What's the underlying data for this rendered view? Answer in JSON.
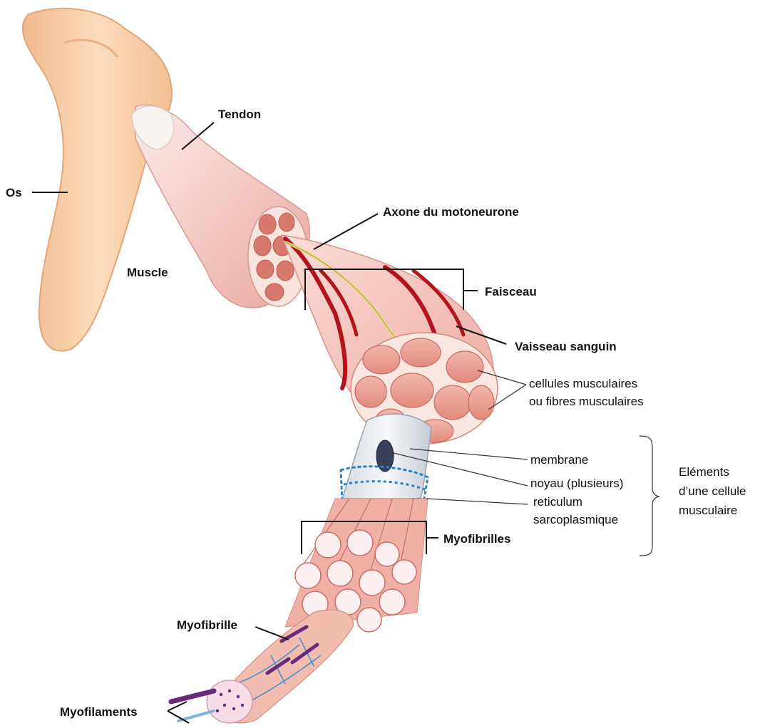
{
  "labels": {
    "tendon": "Tendon",
    "os": "Os",
    "muscle": "Muscle",
    "axone": "Axone du motoneurone",
    "faisceau": "Faisceau",
    "vaisseau": "Vaisseau sanguin",
    "cellules_line1": "cellules musculaires",
    "cellules_line2": "ou fibres musculaires",
    "membrane": "membrane",
    "noyau": "noyau (plusieurs)",
    "reticulum_line1": "reticulum",
    "reticulum_line2": "sarcoplasmique",
    "elements_line1": "Eléments",
    "elements_line2": "d’une cellule",
    "elements_line3": "musculaire",
    "myofibrilles": "Myofibrilles",
    "myofibrille": "Myofibrille",
    "myofilaments": "Myofilaments"
  },
  "colors": {
    "bone": "#f6c9a0",
    "muscle": "#f4c6c0",
    "fiber": "#d97a6e",
    "vessel": "#b3141c",
    "nerve": "#e8dc8a",
    "reticulum": "#2e7fc0",
    "myofilament": "#6a2a7a"
  }
}
